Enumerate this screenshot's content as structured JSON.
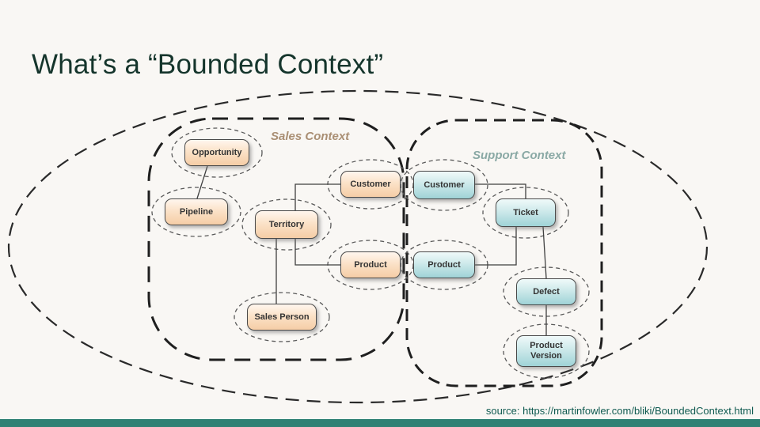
{
  "slide": {
    "title": "What’s a “Bounded Context”",
    "source": "source: https://martinfowler.com/bliki/BoundedContext.html",
    "accent_color": "#2f8174",
    "background_color": "#f9f7f4",
    "title_color": "#15352c"
  },
  "diagram": {
    "contexts": [
      {
        "id": "sales",
        "label": "Sales Context",
        "label_color": "#aa8f74",
        "box_color": "#f5cda6"
      },
      {
        "id": "support",
        "label": "Support Context",
        "label_color": "#8aa9a5",
        "box_color": "#9fd3d7"
      }
    ],
    "nodes": [
      {
        "id": "opportunity",
        "label": "Opportunity",
        "context": "sales"
      },
      {
        "id": "pipeline",
        "label": "Pipeline",
        "context": "sales"
      },
      {
        "id": "territory",
        "label": "Territory",
        "context": "sales"
      },
      {
        "id": "customer-sales",
        "label": "Customer",
        "context": "sales"
      },
      {
        "id": "product-sales",
        "label": "Product",
        "context": "sales"
      },
      {
        "id": "sales-person",
        "label": "Sales Person",
        "context": "sales"
      },
      {
        "id": "customer-support",
        "label": "Customer",
        "context": "support"
      },
      {
        "id": "product-support",
        "label": "Product",
        "context": "support"
      },
      {
        "id": "ticket",
        "label": "Ticket",
        "context": "support"
      },
      {
        "id": "defect",
        "label": "Defect",
        "context": "support"
      },
      {
        "id": "product-version",
        "label": "Product Version",
        "context": "support"
      }
    ],
    "edges": [
      {
        "from": "opportunity",
        "to": "pipeline"
      },
      {
        "from": "customer-sales",
        "to": "territory"
      },
      {
        "from": "product-sales",
        "to": "territory"
      },
      {
        "from": "territory",
        "to": "sales-person"
      },
      {
        "from": "customer-support",
        "to": "ticket"
      },
      {
        "from": "product-support",
        "to": "ticket"
      },
      {
        "from": "ticket",
        "to": "defect"
      },
      {
        "from": "defect",
        "to": "product-version"
      }
    ]
  }
}
